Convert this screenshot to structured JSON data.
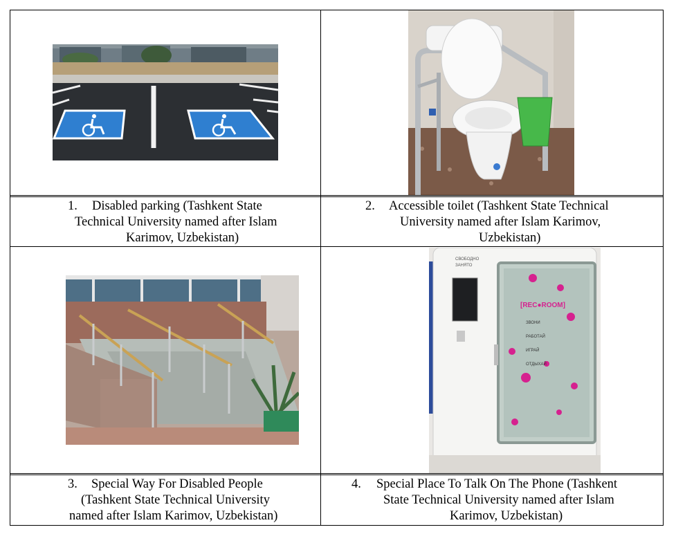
{
  "figures": [
    {
      "number": "1.",
      "caption_lines": [
        "Disabled parking (Tashkent State",
        "Technical University named after Islam",
        "Karimov, Uzbekistan)"
      ],
      "image": "disabled-parking-photo"
    },
    {
      "number": "2.",
      "caption_lines": [
        "Accessible toilet (Tashkent State Technical",
        "University named after Islam Karimov,",
        "Uzbekistan)"
      ],
      "image": "accessible-toilet-photo"
    },
    {
      "number": "3.",
      "caption_lines": [
        "Special Way For Disabled People",
        "(Tashkent State Technical University",
        "named after Islam Karimov, Uzbekistan)"
      ],
      "image": "disabled-ramp-photo"
    },
    {
      "number": "4.",
      "caption_lines": [
        "Special Place To Talk On The Phone (Tashkent",
        "State Technical University named after Islam",
        "Karimov, Uzbekistan)"
      ],
      "image": "phone-booth-photo"
    }
  ],
  "booth_signage": {
    "top_label_1": "СВОБОДНО",
    "top_label_2": "ЗАНЯТО",
    "brand": "[REC●ROOM]",
    "menu": [
      "ЗВОНИ",
      "РАБОТАЙ",
      "ИГРАЙ",
      "ОТДЫХАЙ"
    ]
  },
  "colors": {
    "parking_blue": "#2f7fd0",
    "asphalt": "#2c2f33",
    "booth_magenta": "#d6218f"
  }
}
